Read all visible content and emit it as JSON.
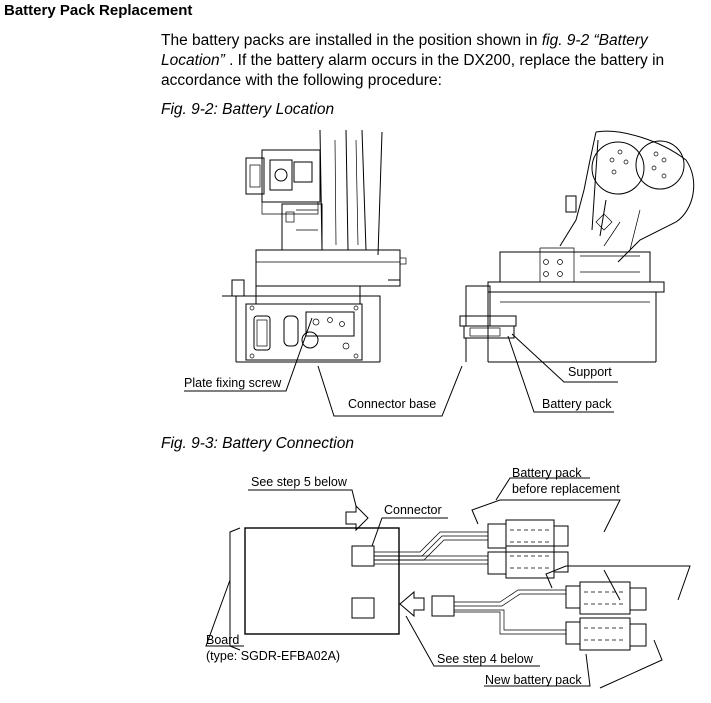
{
  "heading": "Battery Pack Replacement",
  "intro": {
    "part1": "The battery packs are installed in the position shown in ",
    "ref": "fig. 9-2  “Battery Location”",
    "part2": " .  If the battery alarm occurs in the DX200, replace the battery in accordance with the following procedure:"
  },
  "figure1": {
    "caption": "Fig. 9-2: Battery Location",
    "labels": {
      "plate_fixing_screw": "Plate fixing screw",
      "connector_base": "Connector base",
      "support": "Support",
      "battery_pack": "Battery pack"
    }
  },
  "figure2": {
    "caption": "Fig. 9-3: Battery Connection",
    "labels": {
      "see_step5": "See step 5 below",
      "connector": "Connector",
      "battery_before_1": "Battery pack",
      "battery_before_2": "before replacement",
      "board": "Board",
      "board_type": "(type: SGDR-EFBA02A)",
      "see_step4": "See step 4 below",
      "new_battery": "New battery pack"
    }
  }
}
